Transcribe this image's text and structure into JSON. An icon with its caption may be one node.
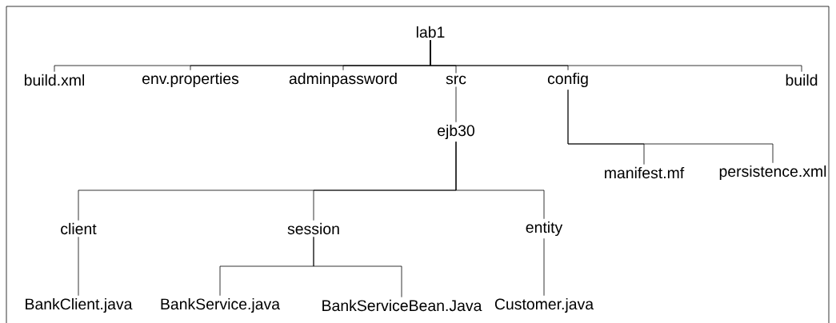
{
  "diagram": {
    "nodes": [
      {
        "text": [
          "lab1"
        ]
      },
      {
        "text": [
          "build.xml"
        ]
      },
      {
        "text": [
          "env.properties"
        ]
      },
      {
        "text": [
          "adminpassword"
        ]
      },
      {
        "text": [
          "src"
        ]
      },
      {
        "text": [
          "config"
        ]
      },
      {
        "text": [
          "build"
        ]
      },
      {
        "text": [
          "ejb30"
        ]
      },
      {
        "text": [
          "manifest.mf"
        ]
      },
      {
        "text": [
          "persistence.xml"
        ]
      },
      {
        "text": [
          "client"
        ]
      },
      {
        "text": [
          "session"
        ]
      },
      {
        "text": [
          "entity"
        ]
      },
      {
        "text": [
          "BankClient.java"
        ]
      },
      {
        "text": [
          "BankService.java"
        ]
      },
      {
        "text": [
          "BankServiceBean.Java"
        ]
      },
      {
        "text": [
          "Customer.java"
        ]
      }
    ],
    "edges": [
      {
        "from": 0,
        "to": 1,
        "arrow": "none"
      },
      {
        "from": 0,
        "to": 2,
        "arrow": "none"
      },
      {
        "from": 0,
        "to": 3,
        "arrow": "none"
      },
      {
        "from": 0,
        "to": 4,
        "arrow": "none"
      },
      {
        "from": 0,
        "to": 5,
        "arrow": "none"
      },
      {
        "from": 0,
        "to": 6,
        "arrow": "none"
      },
      {
        "from": 4,
        "to": 7,
        "arrow": "none"
      },
      {
        "from": 5,
        "to": 8,
        "arrow": "none"
      },
      {
        "from": 5,
        "to": 9,
        "arrow": "none"
      },
      {
        "from": 7,
        "to": 10,
        "arrow": "none"
      },
      {
        "from": 7,
        "to": 11,
        "arrow": "none"
      },
      {
        "from": 7,
        "to": 12,
        "arrow": "none"
      },
      {
        "from": 10,
        "to": 13,
        "arrow": "none"
      },
      {
        "from": 11,
        "to": 14,
        "arrow": "none"
      },
      {
        "from": 11,
        "to": 15,
        "arrow": "none"
      },
      {
        "from": 12,
        "to": 16,
        "arrow": "none"
      }
    ]
  }
}
